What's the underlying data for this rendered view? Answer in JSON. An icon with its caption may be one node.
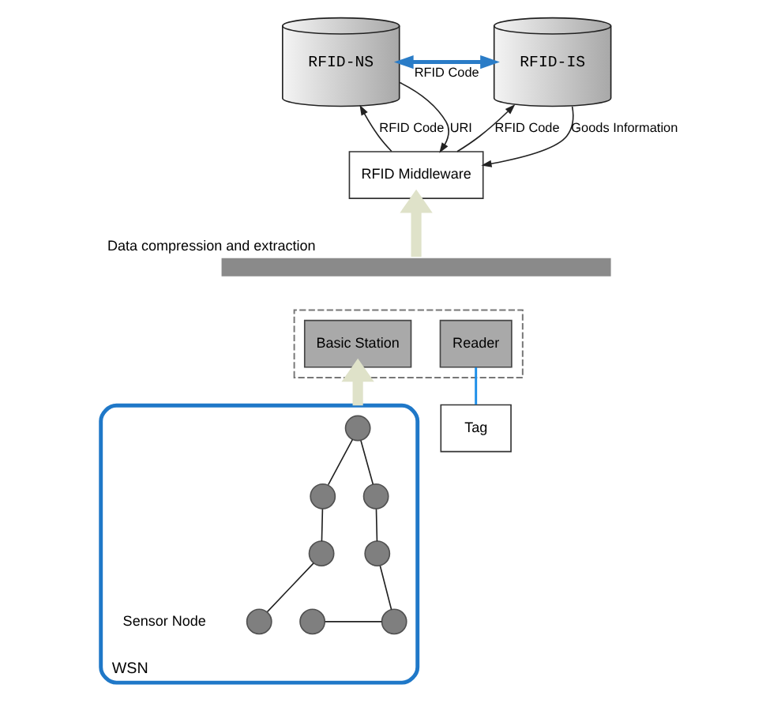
{
  "diagram": {
    "nodes": [
      {
        "text": [
          "RFID-NS"
        ]
      },
      {
        "text": [
          "RFID-IS"
        ]
      },
      {
        "text": [
          "RFID Middleware"
        ]
      },
      {
        "text": [],
        "shape": "bar",
        "beside": [
          "Data compression and extraction"
        ]
      },
      {
        "text": [],
        "shape": "box"
      },
      {
        "text": [
          "Basic Station"
        ],
        "in": 4
      },
      {
        "text": [
          "Reader"
        ],
        "in": 4
      },
      {
        "text": [
          "Tag"
        ]
      },
      {
        "text": [
          "WSN"
        ]
      },
      {
        "text": [],
        "shape": "circle",
        "in": 8
      },
      {
        "text": [],
        "shape": "circle",
        "in": 8
      },
      {
        "text": [],
        "shape": "circle",
        "in": 8
      },
      {
        "text": [],
        "shape": "circle",
        "in": 8
      },
      {
        "text": [],
        "shape": "circle",
        "in": 8
      },
      {
        "text": [],
        "shape": "circle",
        "in": 8
      },
      {
        "text": [],
        "shape": "circle",
        "in": 8
      },
      {
        "text": [],
        "shape": "circle",
        "in": 8
      }
    ],
    "edges": [
      {
        "from": 0,
        "to": 1,
        "arrow": "both",
        "label": "RFID Code",
        "style": "thick",
        "color": "#2a7cc7"
      },
      {
        "from": 2,
        "to": 0,
        "arrow": "to",
        "label": "RFID Code"
      },
      {
        "from": 0,
        "to": 2,
        "arrow": "to",
        "label": "URI"
      },
      {
        "from": 2,
        "to": 1,
        "arrow": "to",
        "label": "RFID Code"
      },
      {
        "from": 1,
        "to": 2,
        "arrow": "to",
        "label": "Goods Information"
      },
      {
        "from": 3,
        "to": 2,
        "arrow": "to",
        "style": "thick",
        "color": "#dfe2c9"
      },
      {
        "from": 8,
        "to": 5,
        "arrow": "to",
        "style": "thick",
        "color": "#dfe2c9"
      },
      {
        "from": 7,
        "to": 6,
        "arrow": "none",
        "color": "#1e8fe8"
      },
      {
        "from": 12,
        "to": 9,
        "arrow": "none"
      },
      {
        "from": 9,
        "to": 11,
        "arrow": "none"
      },
      {
        "from": 11,
        "to": 10,
        "arrow": "none"
      },
      {
        "from": 10,
        "to": 13,
        "arrow": "none"
      },
      {
        "from": 15,
        "to": 13,
        "arrow": "none"
      },
      {
        "from": 16,
        "to": 15,
        "arrow": "none"
      },
      {
        "from": 14,
        "to": 16,
        "arrow": "none"
      }
    ],
    "labels": [
      "Sensor Node"
    ]
  }
}
